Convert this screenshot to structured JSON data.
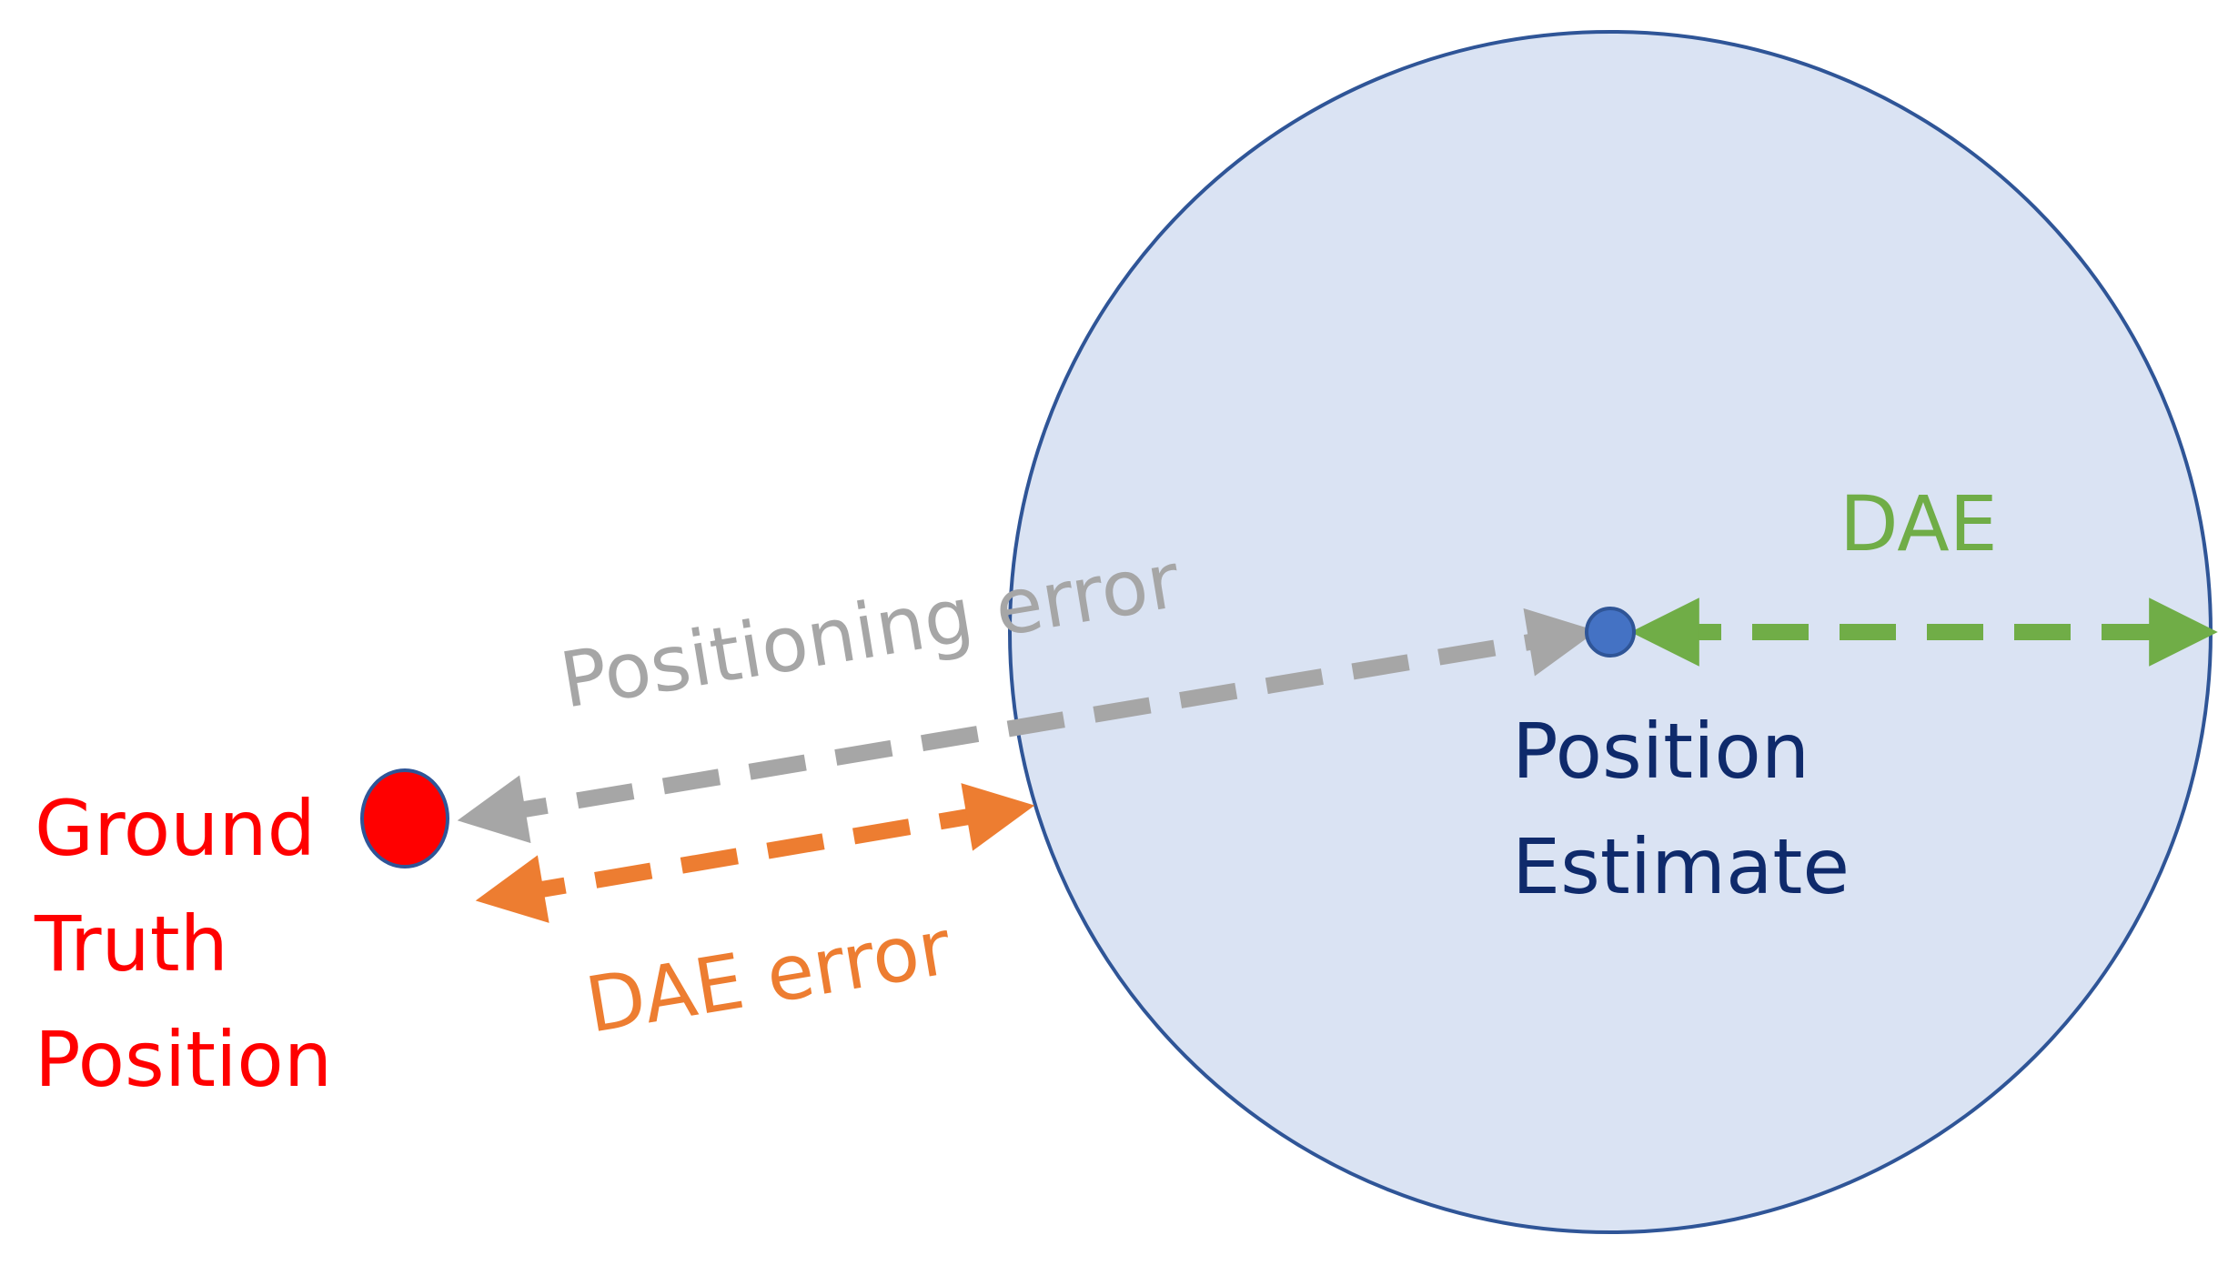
{
  "labels": {
    "ground_truth_line1": "Ground",
    "ground_truth_line2": "Truth",
    "ground_truth_line3": "Position",
    "estimate_line1": "Position",
    "estimate_line2": "Estimate",
    "positioning_error": "Positioning error",
    "dae_error": "DAE error",
    "dae": "DAE"
  },
  "colors": {
    "ground_truth": "#ff0000",
    "estimate_text": "#0f2a6b",
    "estimate_dot": "#4472c4",
    "circle_fill": "#dae3f3",
    "circle_stroke": "#2f5597",
    "positioning_error": "#a6a6a6",
    "dae_error": "#ed7d31",
    "dae": "#70ad47"
  }
}
